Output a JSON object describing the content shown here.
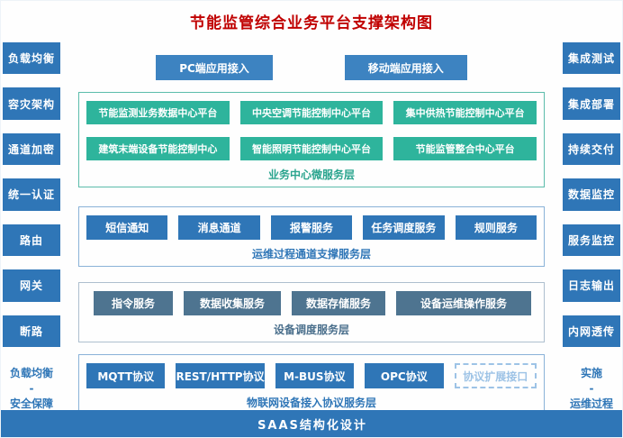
{
  "title": "节能监管综合业务平台支撑架构图",
  "left_sidebar": {
    "items": [
      "负载均衡",
      "容灾架构",
      "通道加密",
      "统一认证",
      "路由",
      "网关",
      "断路"
    ],
    "caption_top": "负载均衡",
    "caption_dash": "-",
    "caption_bottom": "安全保障"
  },
  "right_sidebar": {
    "items": [
      "集成测试",
      "集成部署",
      "持续交付",
      "数据监控",
      "服务监控",
      "日志输出",
      "内网透传"
    ],
    "caption_top": "实施",
    "caption_dash": "-",
    "caption_bottom": "运维过程"
  },
  "access": {
    "pc": "PC端应用接入",
    "mobile": "移动端应用接入"
  },
  "business_layer": {
    "label": "业务中心微服务层",
    "row1": [
      "节能监测业务数据中心平台",
      "中央空调节能控制中心平台",
      "集中供热节能控制中心平台"
    ],
    "row2": [
      "建筑末端设备节能控制中心",
      "智能照明节能控制中心平台",
      "节能监管整合中心平台"
    ]
  },
  "channel_layer": {
    "label": "运维过程通道支撑服务层",
    "items": [
      "短信通知",
      "消息通道",
      "报警服务",
      "任务调度服务",
      "规则服务"
    ]
  },
  "dispatch_layer": {
    "label": "设备调度服务层",
    "items": [
      "指令服务",
      "数据收集服务",
      "数据存储服务",
      "设备运维操作服务"
    ]
  },
  "protocol_layer": {
    "label": "物联网设备接入协议服务层",
    "items": [
      "MQTT协议",
      "REST/HTTP协议",
      "M-BUS协议",
      "OPC协议"
    ],
    "extension": "协议扩展接口"
  },
  "bottom_bar": "SAAS结构化设计",
  "colors": {
    "primary_blue": "#2f76b7",
    "access_blue": "#3d83c1",
    "teal_green": "#2eb49c",
    "slate_blue": "#4e7490",
    "dashed_light_blue": "#9dc3e6",
    "title_red": "#c00000"
  }
}
